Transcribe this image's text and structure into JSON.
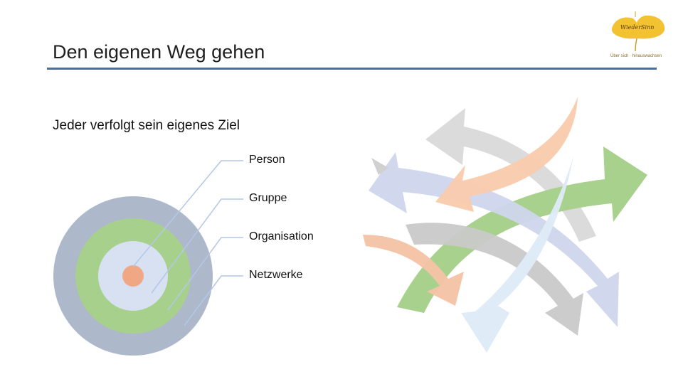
{
  "slide": {
    "title": "Den eigenen Weg gehen",
    "subtitle": "Jeder verfolgt sein eigenes Ziel"
  },
  "rings": [
    {
      "label": "Person",
      "color": "#f0a884"
    },
    {
      "label": "Gruppe",
      "color": "#d7e1f2"
    },
    {
      "label": "Organisation",
      "color": "#a8d08d"
    },
    {
      "label": "Netzwerke",
      "color": "#adb9ca"
    }
  ],
  "logo": {
    "name": "WiederSinn",
    "tagline": "Über sich · hinauswachsen",
    "color": "#f2c231"
  },
  "arrows": {
    "colors": [
      "#d9d9d9",
      "#f8cbad",
      "#a9d18e",
      "#cfd6ec",
      "#c9c9c9",
      "#f4c3a6",
      "#deebf7"
    ]
  }
}
